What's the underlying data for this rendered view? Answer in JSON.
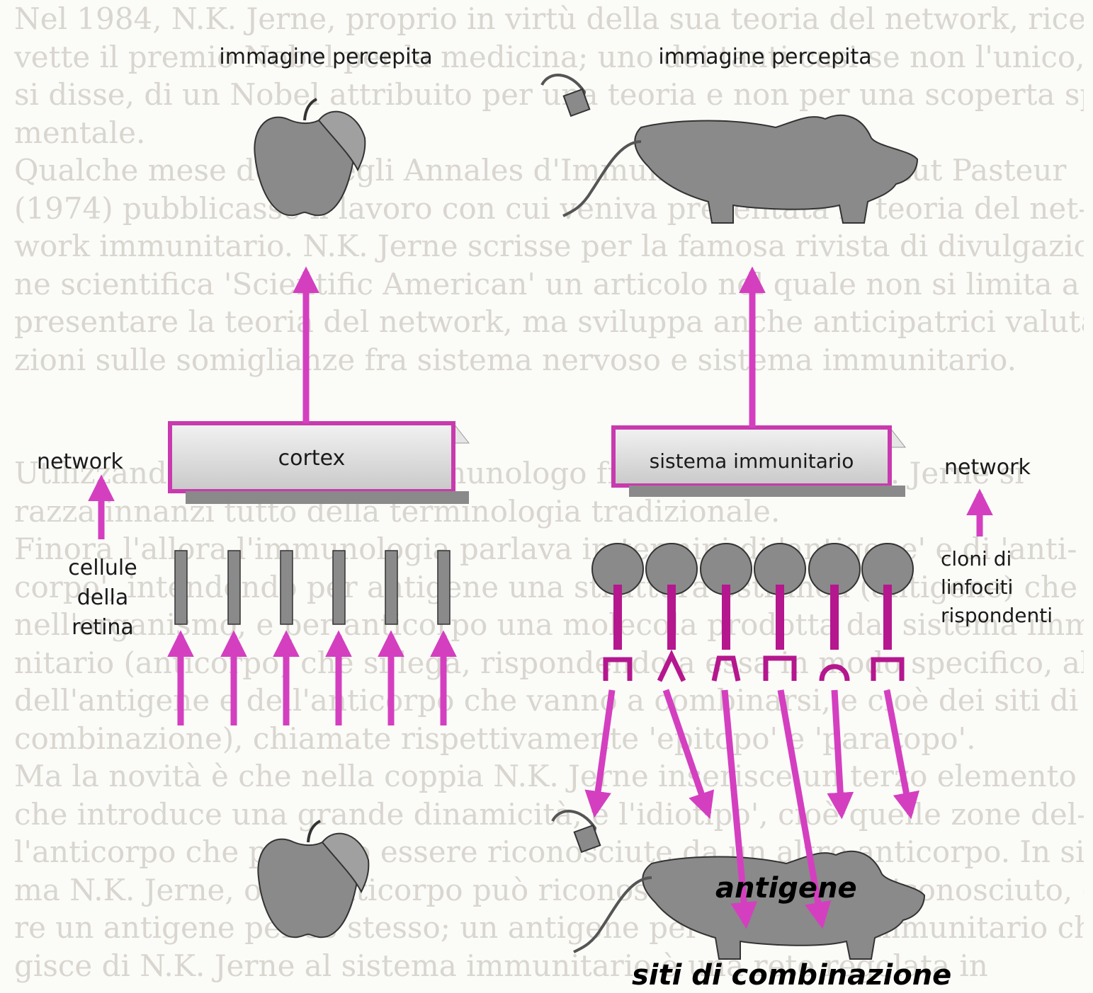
{
  "background_lines": [
    "Nel 1984, N.K. Jerne, proprio in virtù della sua teoria del network, rice-",
    "vette il premio Nobel per la medicina; uno dei tanti casi se non l'unico,",
    "si disse, di un Nobel attribuito per una teoria e non per una scoperta speri-",
    "mentale.",
    "Qualche mese dopo negli Annales d'Immunologie dell'Institut Pasteur",
    "(1974) pubblicasse il lavoro con cui veniva presentata la teoria del net-",
    "work immunitario. N.K. Jerne scrisse per la famosa rivista di divulgazio-",
    "ne scientifica 'Scientific American' un articolo nel quale non si limita a",
    "presentare la teoria del network, ma sviluppa anche anticipatrici valuta-",
    "zioni sulle somiglianze fra sistema nervoso e sistema immunitario.",
    "",
    "",
    "Utilizzando le parole dell'immunologo francese Jerne, N.K. Jerne si",
    "razza innanzi tutto della terminologia tradizionale.",
    "Finora l'allora l'immunologia parlava in termini di 'antigene' e di 'anti-",
    "corpo', intendendo per antigene una struttura estranea (antigene) che penetra",
    "nell'organismo, e per anticorpo una molecola prodotta dal sistema immu-",
    "nitario (anticorpo) che si lega, rispondendo a essa in modo specifico, alla",
    "dell'antigene e dell'anticorpo che vanno a combinarsi, e cioè dei siti di",
    "combinazione), chiamate rispettivamente 'epitopo' e 'paratopo'.",
    "Ma la novità è che nella coppia N.K. Jerne inserisce un terzo elemento",
    "che introduce una grande dinamicità, è l'idiotipo', cioè quelle zone del-",
    "l'anticorpo che possono essere riconosciute da un altro anticorpo. In sintesi, affer-",
    "ma N.K. Jerne, ogni anticorpo può riconoscere ed essere riconosciuto, esse-",
    "re un antigene per sé stesso; un antigene per il sistema immunitario che rea-",
    "gisce di N.K. Jerne al sistema immunitario è una rete regolata in"
  ],
  "left": {
    "title": "immagine percepita",
    "cortex_label": "cortex",
    "network_label": "network",
    "cells_label": [
      "cellule",
      "della",
      "retina"
    ],
    "image_icon": "apple-icon"
  },
  "right": {
    "title": "immagine percepita",
    "system_label": "sistema immunitario",
    "network_label": "network",
    "clones_label": [
      "cloni di",
      "linfociti",
      "rispondenti"
    ],
    "image_icon": "pig-icon",
    "antigen_label": "antigene",
    "sites_label": "siti di combinazione"
  },
  "colors": {
    "arrow": "#d43fc0",
    "cortex_border": "#c83aae",
    "receptor": "#b5178e",
    "shape_gray": "#8a8a8a",
    "text_bg": "#d9d6d0"
  }
}
